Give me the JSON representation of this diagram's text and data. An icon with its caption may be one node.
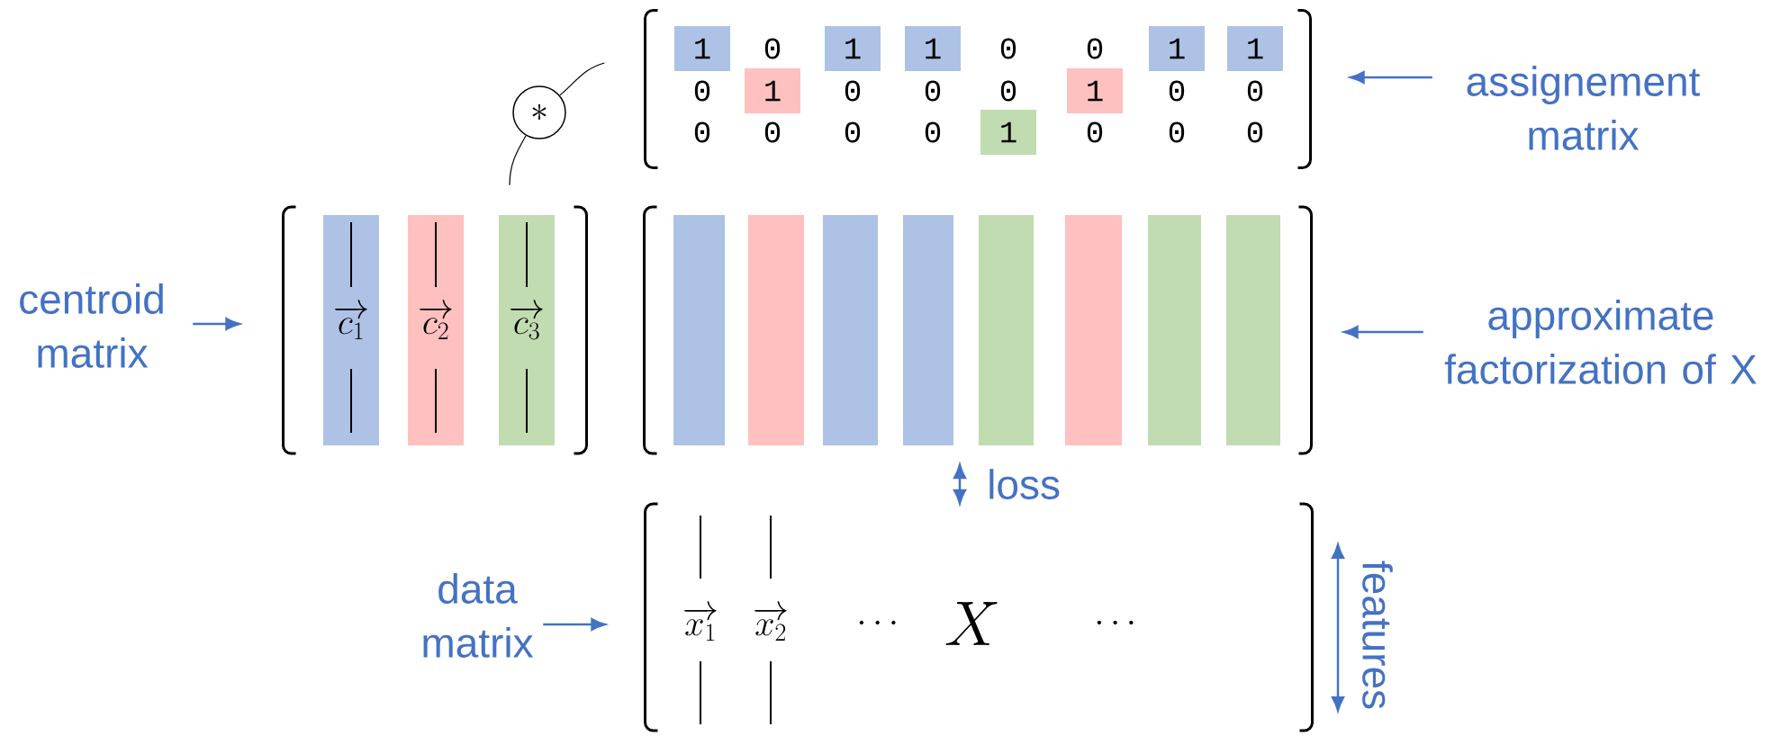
{
  "diagram": {
    "nodes": [
      {
        "text": [
          "1",
          "0",
          "1",
          "1",
          "0",
          "0",
          "1",
          "1",
          "0",
          "1",
          "0",
          "0",
          "0",
          "1",
          "0",
          "0",
          "0",
          "0",
          "0",
          "0",
          "1",
          "0",
          "0",
          "0"
        ]
      },
      {
        "text": [
          "\\ast"
        ]
      },
      {
        "text": [
          "assignement matrix"
        ]
      },
      {
        "text": [
          "centroid matrix"
        ]
      },
      {
        "text": [
          "\\overrightarrow{c_1}",
          "\\overrightarrow{c_2}",
          "\\overrightarrow{c_3}"
        ]
      },
      {
        "text": [],
        "shape": "box"
      },
      {
        "text": [],
        "shape": "bar",
        "in": 5
      },
      {
        "text": [],
        "shape": "bar",
        "in": 5
      },
      {
        "text": [],
        "shape": "bar",
        "in": 5
      },
      {
        "text": [],
        "shape": "bar",
        "in": 5
      },
      {
        "text": [],
        "shape": "bar",
        "in": 5
      },
      {
        "text": [],
        "shape": "bar",
        "in": 5
      },
      {
        "text": [],
        "shape": "bar",
        "in": 5
      },
      {
        "text": [],
        "shape": "bar",
        "in": 5
      },
      {
        "text": [
          "approximate factorization of X"
        ]
      },
      {
        "text": [
          "data matrix"
        ]
      },
      {
        "text": [
          "\\overrightarrow{x_1}",
          "\\overrightarrow{x_2}",
          "\\cdots",
          "X",
          "\\cdots"
        ]
      }
    ],
    "edges": [
      {
        "from": 2,
        "to": 0,
        "arrow": "to"
      },
      {
        "from": 3,
        "to": 4,
        "arrow": "to"
      },
      {
        "from": 4,
        "to": 1,
        "arrow": "none",
        "color": "#000000"
      },
      {
        "from": 1,
        "to": 0,
        "arrow": "none",
        "color": "#000000"
      },
      {
        "from": 14,
        "to": 5,
        "arrow": "to"
      },
      {
        "from": 5,
        "to": 16,
        "arrow": "both",
        "label": "loss"
      },
      {
        "from": 15,
        "to": 16,
        "arrow": "to"
      }
    ],
    "labels": [
      "features"
    ]
  }
}
